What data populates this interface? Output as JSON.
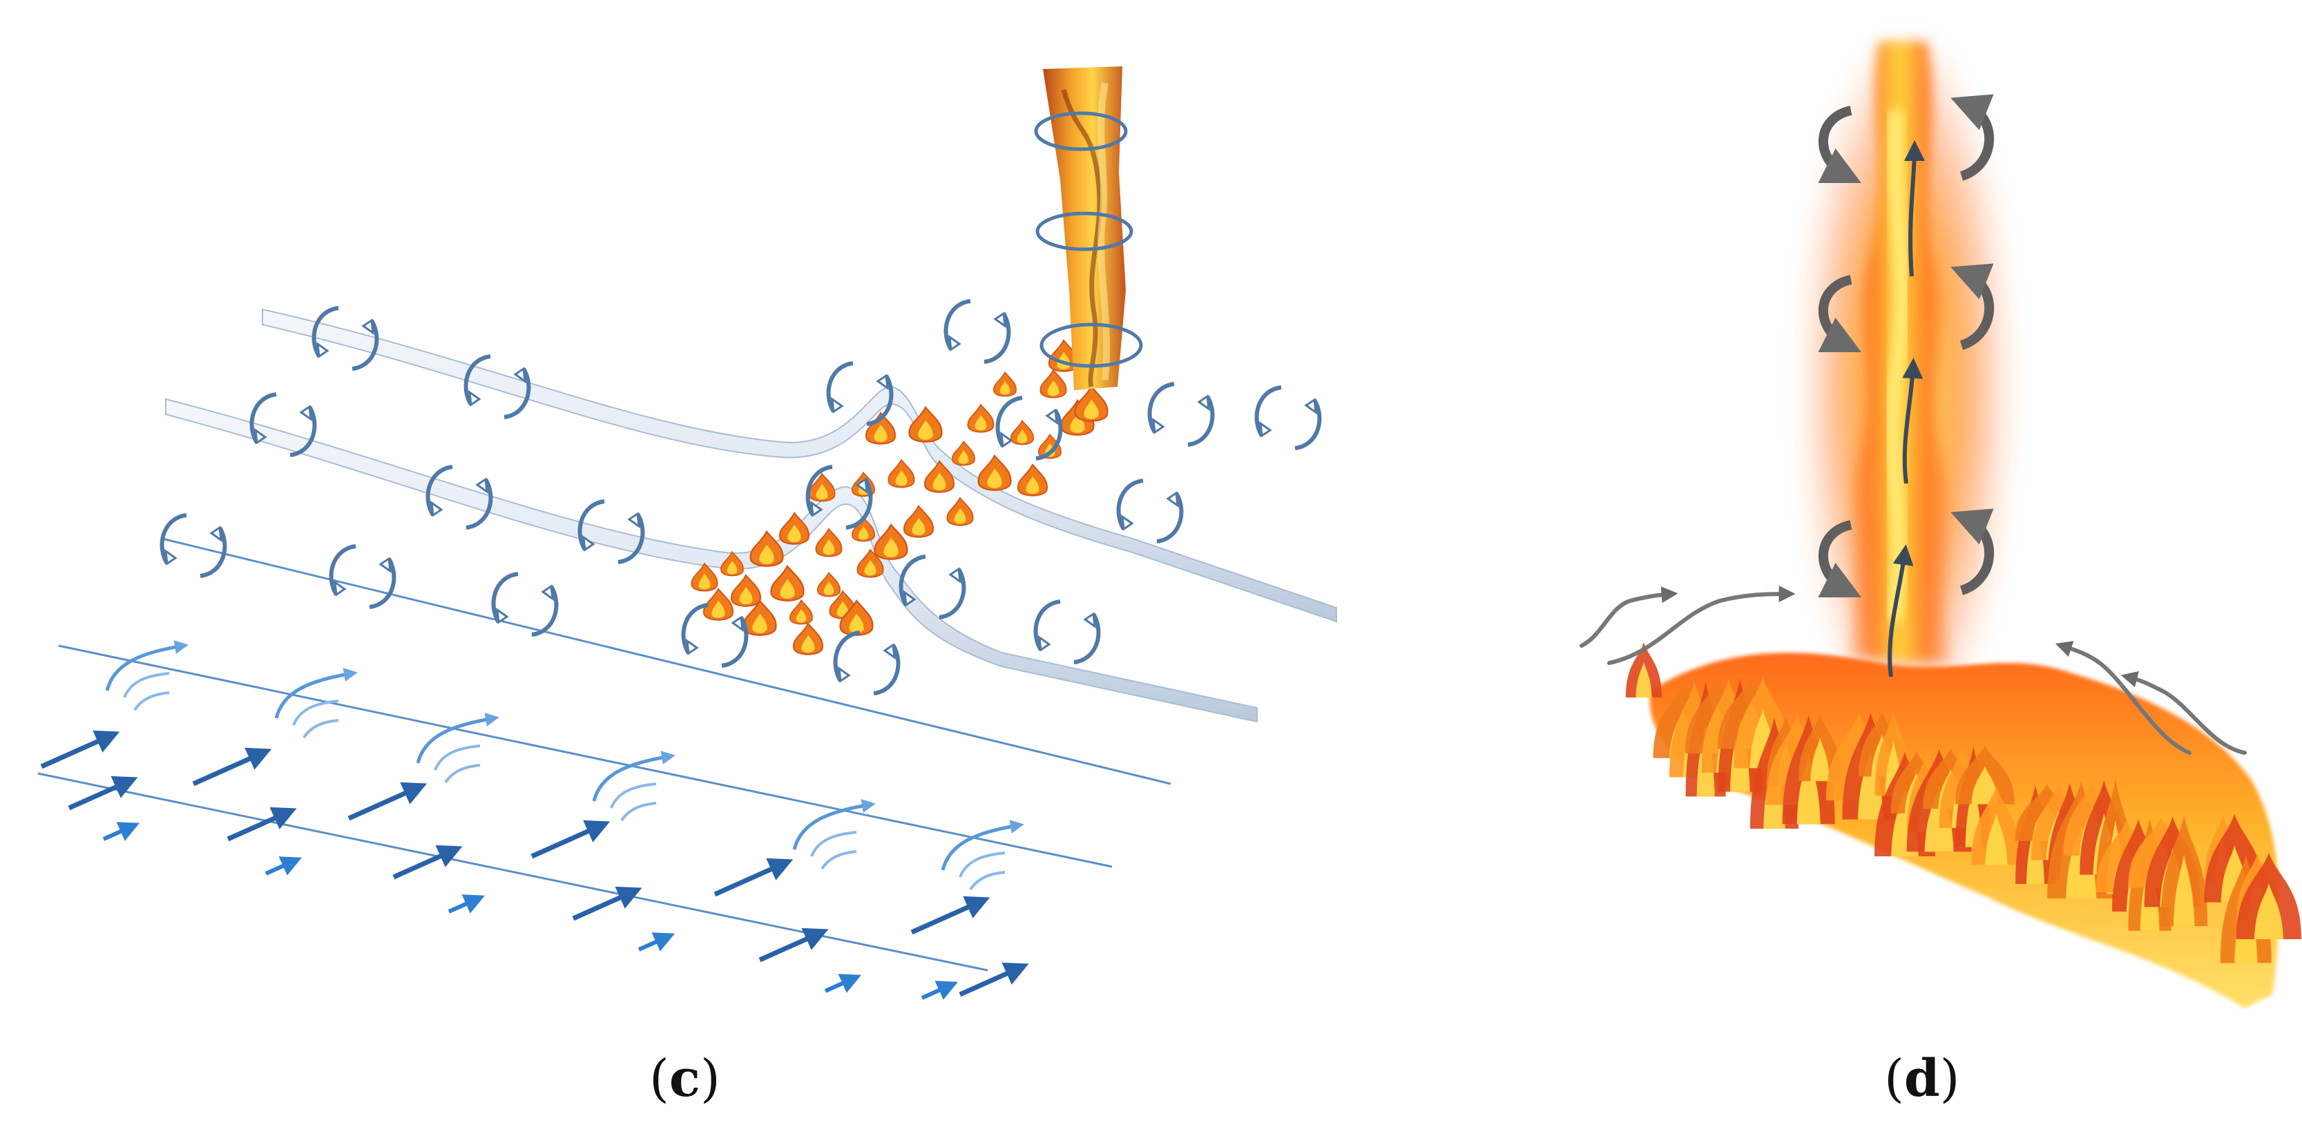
{
  "panels": [
    {
      "id": "c",
      "caption_open": "(",
      "caption_letter": "c",
      "caption_close": ")"
    },
    {
      "id": "d",
      "caption_open": "(",
      "caption_letter": "d",
      "caption_close": ")"
    }
  ],
  "colors": {
    "wind_arrow": "#2f7fd1",
    "wind_arrow_dark": "#2a62a8",
    "vortex": "#4f79a8",
    "ribbon": "#dfe8f2",
    "ribbon_edge": "#9db3cc",
    "flame_orange": "#f07a1a",
    "flame_yellow": "#ffd23a",
    "flame_red": "#e0461c",
    "gray_arrow": "#6b6b6b"
  }
}
